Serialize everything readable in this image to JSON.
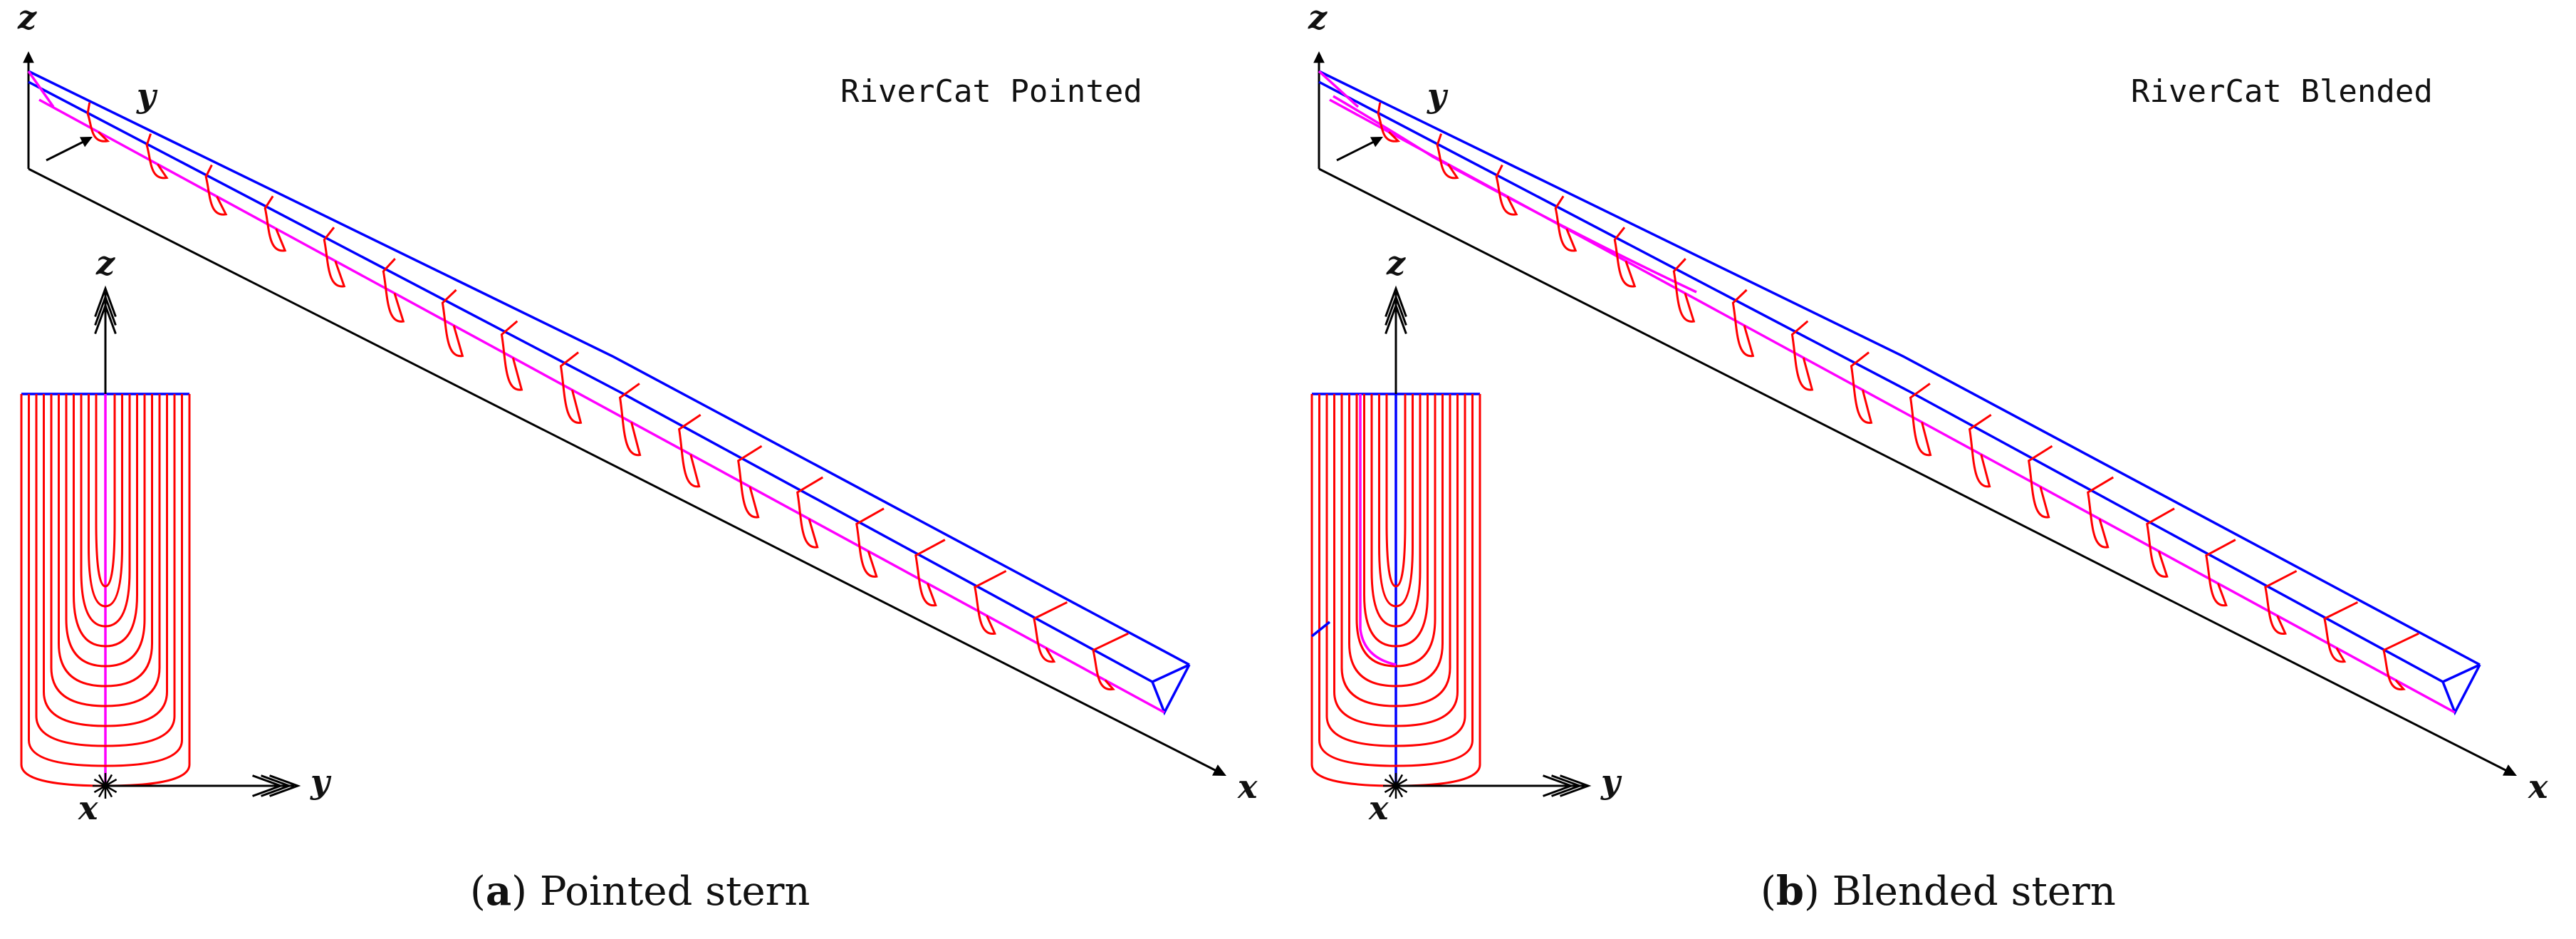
{
  "colors": {
    "deck": "#0000ff",
    "keel": "#ff00ff",
    "sections": "#ff0000",
    "axes": "#000000"
  },
  "panels": [
    {
      "title": "RiverCat Pointed",
      "caption_letter": "a",
      "caption_text": "Pointed stern",
      "axis_labels": {
        "x": "x",
        "y": "y",
        "z": "z"
      },
      "stern": "pointed"
    },
    {
      "title": "RiverCat Blended",
      "caption_letter": "b",
      "caption_text": "Blended stern",
      "axis_labels": {
        "x": "x",
        "y": "y",
        "z": "z"
      },
      "stern": "blended"
    }
  ]
}
